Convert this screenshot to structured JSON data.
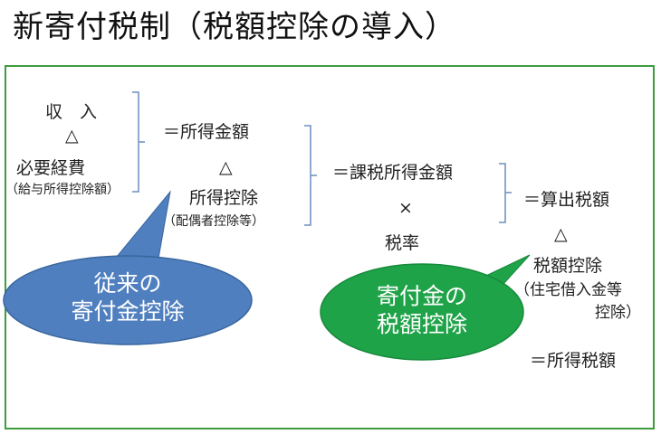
{
  "title": "新寄付税制（税額控除の導入）",
  "diagram": {
    "income": "収　入",
    "minus1": "△",
    "expenses": "必要経費",
    "expenses_note": "（給与所得控除額）",
    "income_amount": "＝所得金額",
    "minus2": "△",
    "income_deduction": "所得控除",
    "income_deduction_note": "（配偶者控除等）",
    "taxable_income": "＝課税所得金額",
    "times": "×",
    "tax_rate": "税率",
    "computed_tax": "＝算出税額",
    "minus3": "△",
    "tax_credit": "税額控除",
    "tax_credit_note_1": "（住宅借入金等",
    "tax_credit_note_2": "控除）",
    "income_tax": "＝所得税額"
  },
  "bubbles": {
    "old": {
      "line1": "従来の",
      "line2": "寄付金控除",
      "color": "#4f7fbf"
    },
    "new": {
      "line1": "寄付金の",
      "line2": "税額控除",
      "color": "#1fa348"
    }
  },
  "colors": {
    "frame": "#3f9b3f",
    "bracket": "#6c8ebf"
  }
}
